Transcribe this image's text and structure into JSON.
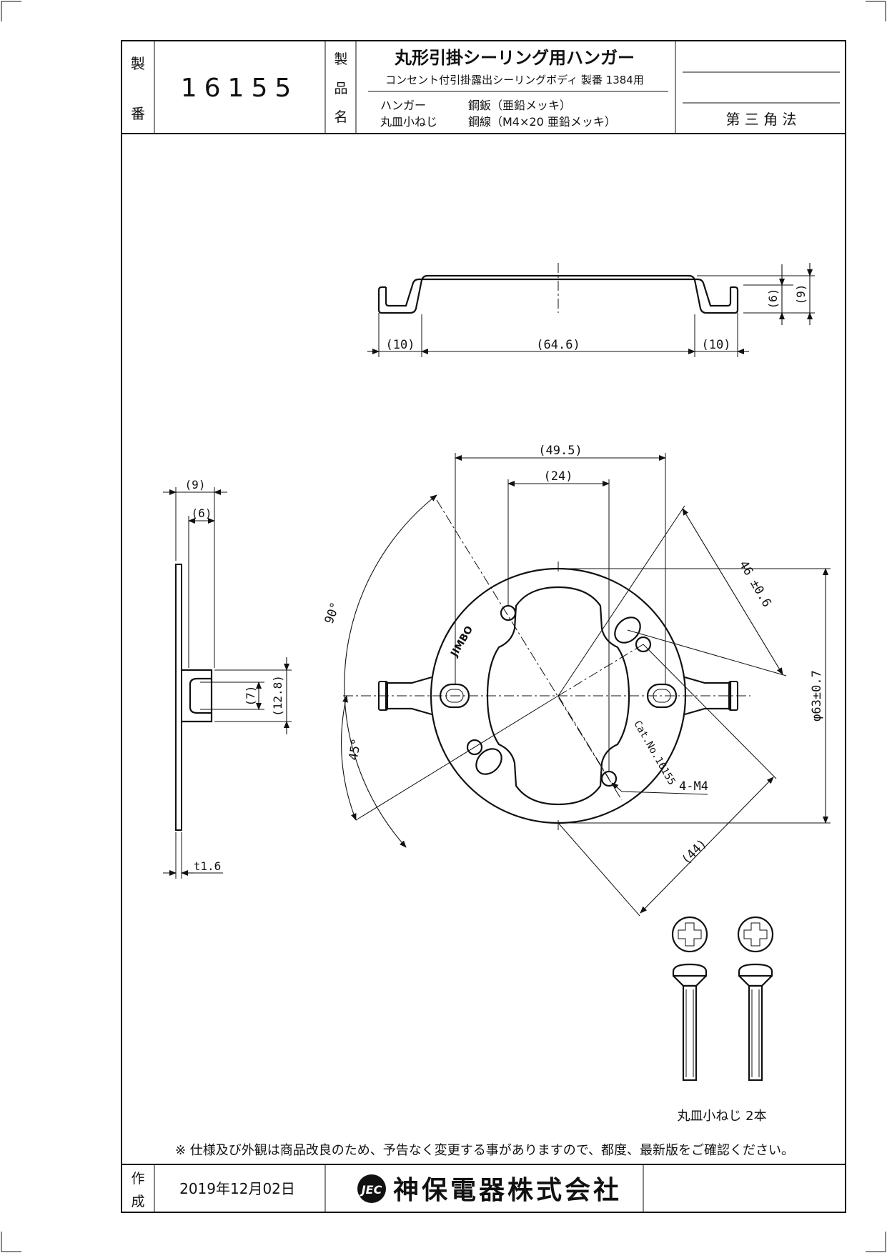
{
  "title_block": {
    "label_product_no": [
      "製",
      "番"
    ],
    "product_no": "16155",
    "label_product_name": [
      "製",
      "品",
      "名"
    ],
    "title": "丸形引掛シーリング用ハンガー",
    "subtitle": "コンセント付引掛露出シーリングボディ 製番 1384用",
    "materials": [
      {
        "part": "ハンガー",
        "spec": "鋼鈑（亜鉛メッキ）"
      },
      {
        "part": "丸皿小ねじ",
        "spec": "鋼線（M4×20 亜鉛メッキ）"
      }
    ],
    "projection": "第 三 角 法"
  },
  "dimensions": {
    "top_view": {
      "left": "(10)",
      "middle": "(64.6)",
      "right": "(10)",
      "height_inner": "(6)",
      "height_outer": "(9)"
    },
    "side_view": {
      "outer": "(9)",
      "inner": "(6)",
      "slot": "(7)",
      "tab": "(12.8)",
      "thickness": "t1.6"
    },
    "plan_view": {
      "width_outer": "(49.5)",
      "width_inner": "(24)",
      "pitch": "46 ±0.6",
      "diameter": "φ63±0.7",
      "diag": "(44)",
      "angle_large": "90°",
      "angle_small": "45°",
      "thread": "4-M4",
      "brand": "JIMBO",
      "cat_no": "Cat.No.16155"
    }
  },
  "screws": {
    "caption": "丸皿小ねじ 2本"
  },
  "footer": {
    "notice": "※ 仕様及び外観は商品改良のため、予告なく変更する事がありますので、都度、最新版をご確認ください。",
    "label_created": [
      "作",
      "成"
    ],
    "date": "2019年12月02日",
    "logo_text": "JEC",
    "company": "神保電器株式会社"
  }
}
